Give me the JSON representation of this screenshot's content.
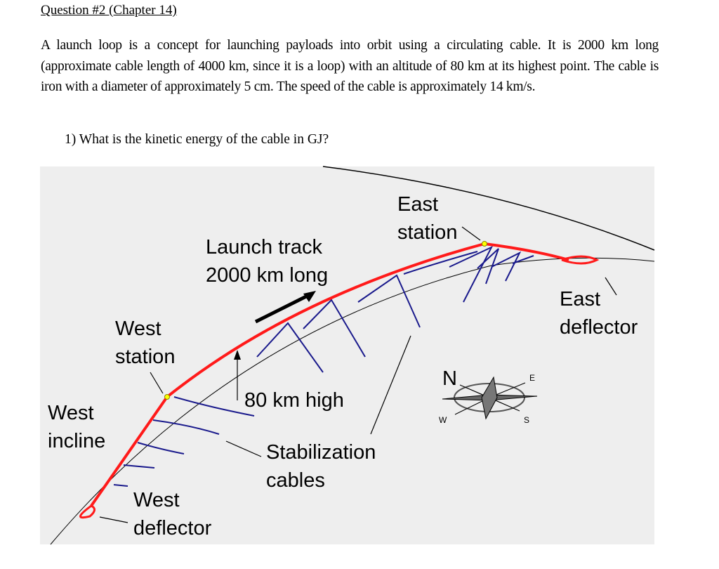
{
  "title": "Question #2 (Chapter 14)",
  "paragraph": "A launch loop is a concept for launching payloads into orbit using a circulating cable. It is 2000 km long (approximate cable length of 4000 km, since it is a loop) with an altitude of 80 km at its highest point. The cable is iron with a diameter of approximately 5 cm. The speed of the cable is approximately 14 km/s.",
  "question": "1)  What is the kinetic energy of the cable in GJ?",
  "diagram": {
    "east_station": [
      "East",
      "station"
    ],
    "launch_track": [
      "Launch track",
      "2000 km long"
    ],
    "east_deflector": [
      "East",
      "deflector"
    ],
    "west_station": [
      "West",
      "station"
    ],
    "west_incline": [
      "West",
      "incline"
    ],
    "height": "80 km high",
    "stabilization": [
      "Stabilization",
      "cables"
    ],
    "west_deflector": [
      "West",
      "deflector"
    ],
    "compass": {
      "n": "N",
      "e": "E",
      "s": "S",
      "w": "W"
    },
    "colors": {
      "track": "#ff1a1a",
      "cables": "#1a1a8c",
      "background": "#eeeeee"
    }
  }
}
